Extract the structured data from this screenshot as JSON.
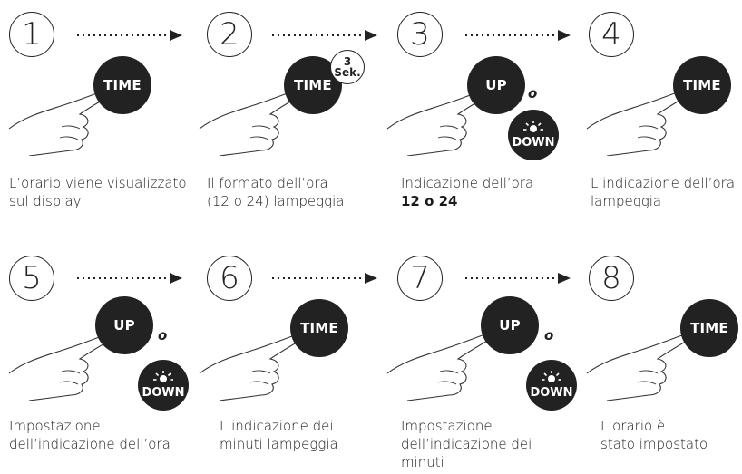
{
  "steps": [
    {
      "number": "1",
      "button": "TIME",
      "caption": [
        "L’orario viene visualizzato",
        "sul display"
      ]
    },
    {
      "number": "2",
      "button": "TIME",
      "badge": {
        "top": "3",
        "bottom": "Sek."
      },
      "caption": [
        "Il formato dell’ora",
        "(12 o 24) lampeggia"
      ]
    },
    {
      "number": "3",
      "button": "UP",
      "or": "o",
      "second_button": "DOWN",
      "caption": [
        "Indicazione dell’ora",
        "12 o 24"
      ]
    },
    {
      "number": "4",
      "button": "TIME",
      "caption": [
        "L’indicazione dell’ora",
        "lampeggia"
      ]
    },
    {
      "number": "5",
      "button": "UP",
      "or": "o",
      "second_button": "DOWN",
      "caption": [
        "Impostazione",
        "dell’indicazione dell’ora"
      ]
    },
    {
      "number": "6",
      "button": "TIME",
      "caption": [
        "L’indicazione dei",
        "minuti lampeggia"
      ]
    },
    {
      "number": "7",
      "button": "UP",
      "or": "o",
      "second_button": "DOWN",
      "caption": [
        "Impostazione",
        "dell’indicazione dei",
        "minuti"
      ]
    },
    {
      "number": "8",
      "button": "TIME",
      "caption": [
        "L’orario è",
        "stato impostato"
      ]
    }
  ],
  "colors": {
    "ink": "#222222",
    "button_text": "#ffffff",
    "background": "#ffffff"
  },
  "icons": {
    "arrow": "dotted-arrow-right-icon",
    "hand": "pointing-hand-icon",
    "light": "light-bulb-icon"
  }
}
